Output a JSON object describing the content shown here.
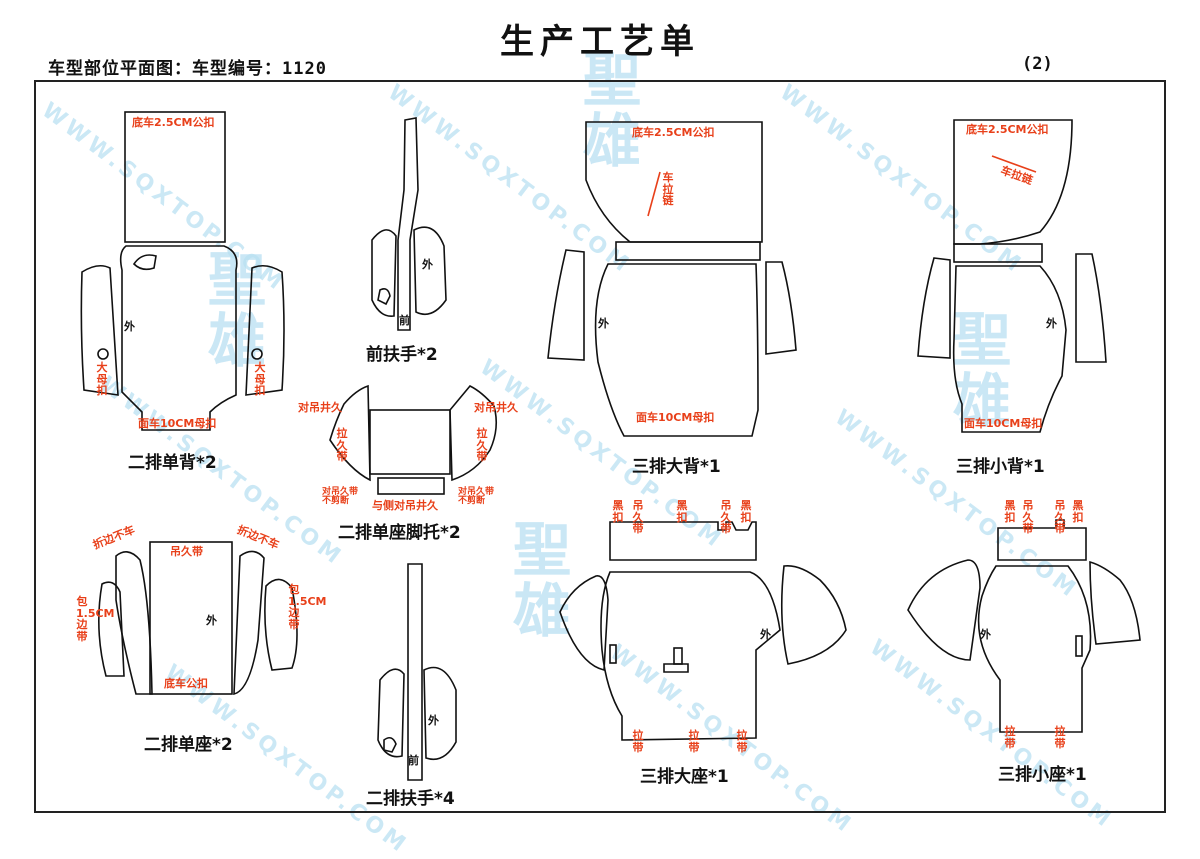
{
  "header": {
    "title": "生产工艺单",
    "subtitle": "车型部位平面图：车型编号：1120",
    "page_number": "(2)"
  },
  "watermark": {
    "url_text": "WWW.SQXTOP.COM",
    "logo_chars": [
      "聖",
      "雄"
    ]
  },
  "pieces": {
    "second_row_back": {
      "label": "二排单背*2",
      "notes": {
        "top": "底车2.5CM公扣",
        "bottom": "面车10CM母扣",
        "left_side": "大母扣",
        "right_side": "大母扣"
      },
      "marks": {
        "outer": "外"
      }
    },
    "front_armrest": {
      "label": "前扶手*2",
      "marks": {
        "outer": "外",
        "front": "前"
      }
    },
    "second_row_seat_footrest": {
      "label": "二排单座脚托*2",
      "notes": {
        "left_top": "对吊井久",
        "right_top": "对吊井久",
        "left_side": "拉久带",
        "right_side": "拉久带",
        "left_bottom": "对吊久带\n不剪断",
        "right_bottom": "对吊久带\n不剪断",
        "bottom": "与侧对吊井久"
      }
    },
    "third_row_large_back": {
      "label": "三排大背*1",
      "notes": {
        "top": "底车2.5CM公扣",
        "zipper": "车拉链",
        "bottom": "面车10CM母扣"
      },
      "marks": {
        "outer": "外"
      }
    },
    "third_row_small_back": {
      "label": "三排小背*1",
      "notes": {
        "top": "底车2.5CM公扣",
        "diagonal": "车拉链",
        "bottom": "面车10CM母扣"
      },
      "marks": {
        "outer": "外"
      }
    },
    "second_row_seat": {
      "label": "二排单座*2",
      "notes": {
        "left_top": "折边不车",
        "right_top": "折边不车",
        "top": "吊久带",
        "bottom": "底车公扣",
        "left_side": "包1.5CM边带",
        "right_side": "包1.5CM边带"
      },
      "marks": {
        "outer": "外"
      }
    },
    "second_row_armrest": {
      "label": "二排扶手*4",
      "marks": {
        "outer": "外",
        "front": "前"
      }
    },
    "third_row_large_seat": {
      "label": "三排大座*1",
      "notes": {
        "band_1": "黑扣",
        "band_2": "吊久带",
        "band_3": "黑扣",
        "band_4": "吊久带",
        "band_5": "黑扣",
        "zip_1": "拉带",
        "zip_2": "拉带",
        "zip_3": "拉带"
      },
      "marks": {
        "outer": "外"
      }
    },
    "third_row_small_seat": {
      "label": "三排小座*1",
      "notes": {
        "band_1": "黑扣",
        "band_2": "吊久带",
        "band_3": "吊久带",
        "band_4": "黑扣",
        "zip_1": "拉带",
        "zip_2": "拉带"
      },
      "marks": {
        "outer": "外"
      }
    }
  }
}
